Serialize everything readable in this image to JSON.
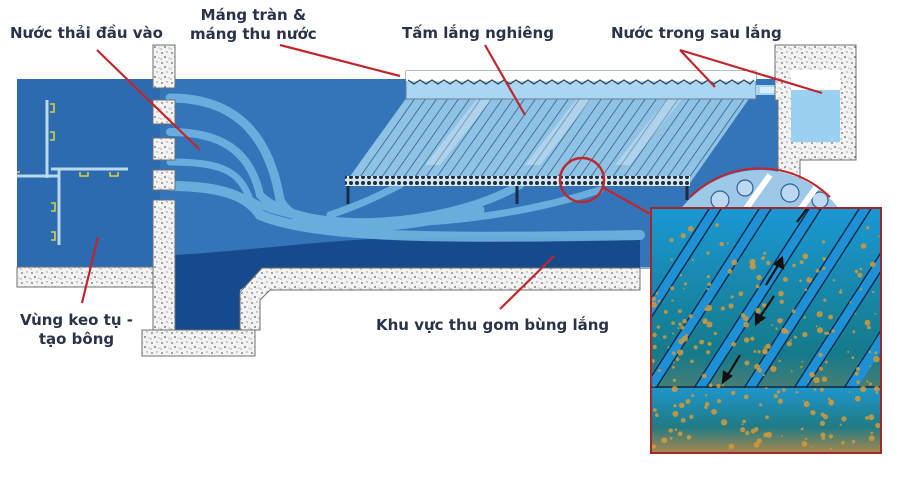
{
  "labels": {
    "inlet": "Nước thải đầu vào",
    "overflow_line1": "Máng tràn &",
    "overflow_line2": "máng thu nước",
    "lamella": "Tấm lắng nghiêng",
    "clear_water": "Nước trong sau lắng",
    "coagulation_line1": "Vùng keo tụ -",
    "coagulation_line2": "tạo bông",
    "sludge": "Khu vực thu gom bùng lắng"
  },
  "colors": {
    "tank_water": "#2c6bb0",
    "tank_water_dark": "#174a8c",
    "sludge_water": "#123f82",
    "flow_stream": "#6fb4e2",
    "clear_water": "#9bd0f0",
    "concrete": "#f1f1f1",
    "leader_line": "#c0262b",
    "label_text": "#2b3348",
    "particle": "#d49a3a",
    "plate": "#1e90d6"
  }
}
